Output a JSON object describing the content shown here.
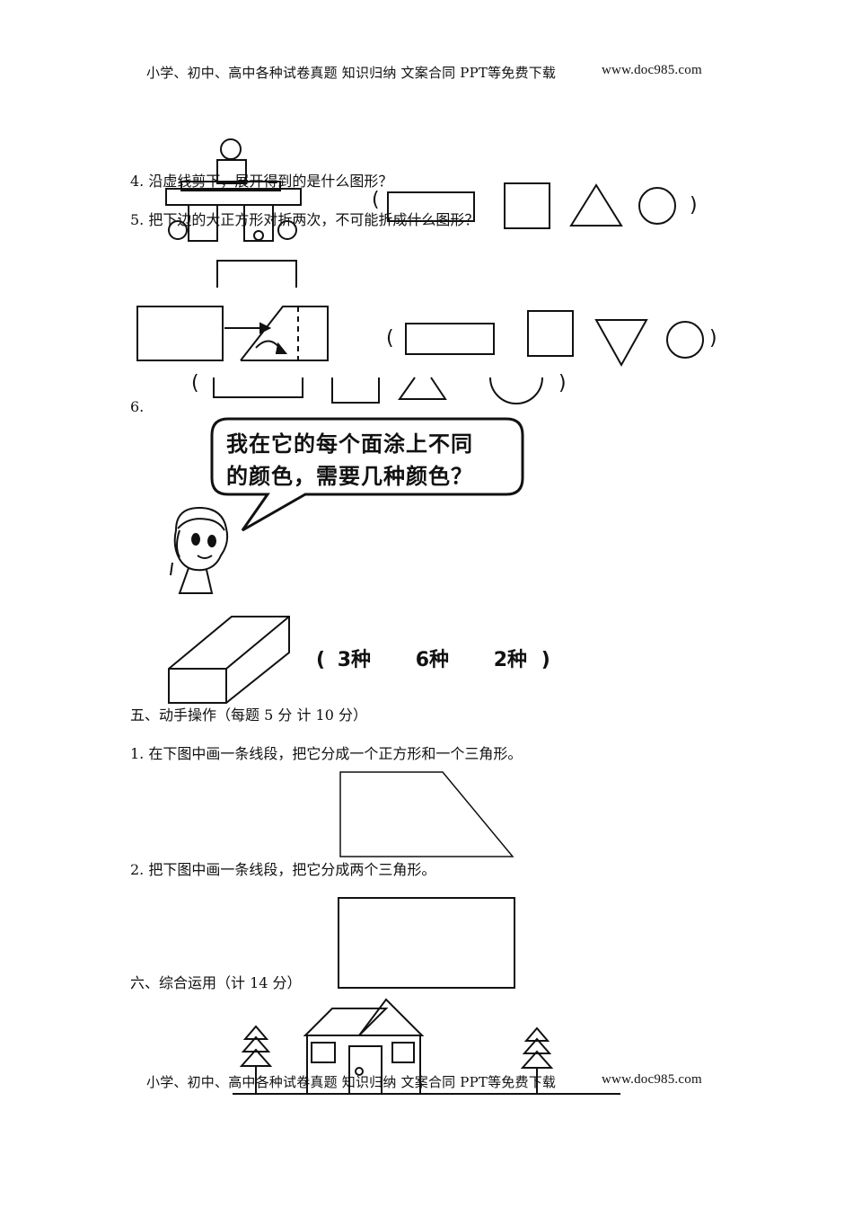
{
  "header": {
    "text": "小学、初中、高中各种试卷真题  知识归纳  文案合同  PPT等免费下载",
    "url": "www.doc985.com"
  },
  "footer": {
    "text": "小学、初中、高中各种试卷真题  知识归纳  文案合同  PPT等免费下载",
    "url": "www.doc985.com"
  },
  "questions": {
    "q4": "4. 沿虚线剪下，展开得到的是什么图形？",
    "q5": "5. 把下边的大正方形对折两次，不可能折成什么图形？",
    "q6": "6.",
    "q6_bubble_line1": "我在它的每个面涂上不同",
    "q6_bubble_line2": "的颜色，需要几种颜色？",
    "q6_choice_open": "(",
    "q6_choice_a": "3种",
    "q6_choice_b": "6种",
    "q6_choice_c": "2种",
    "q6_choice_close": ")"
  },
  "section5": {
    "title": "五、动手操作（每题 5 分    计 10 分）",
    "q1": "1. 在下图中画一条线段，把它分成一个正方形和一个三角形。",
    "q2": "2. 把下图中画一条线段，把它分成两个三角形。"
  },
  "section6": {
    "title": "六、综合运用（计 14 分）"
  },
  "parens": {
    "open": "(",
    "close": ")"
  }
}
